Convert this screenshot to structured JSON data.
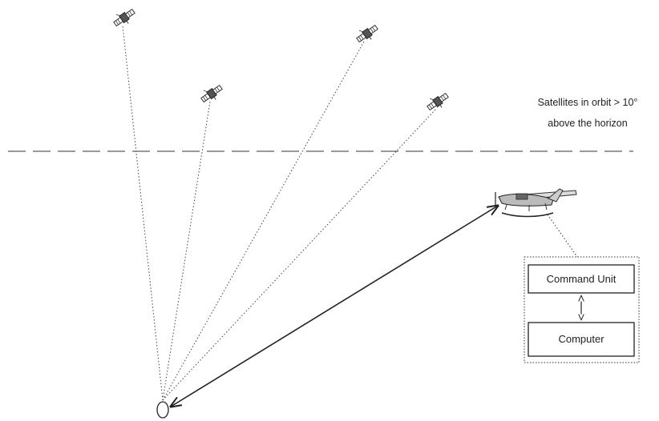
{
  "caption": {
    "line1": "Satellites in orbit > 10°",
    "line2": "above the horizon"
  },
  "ground_system": {
    "command_unit_label": "Command Unit",
    "computer_label": "Computer"
  },
  "icons": {
    "satellite": "satellite-icon",
    "aircraft": "aircraft-icon",
    "ground_station": "ground-station-icon"
  },
  "colors": {
    "line": "#333333",
    "background": "#ffffff"
  }
}
